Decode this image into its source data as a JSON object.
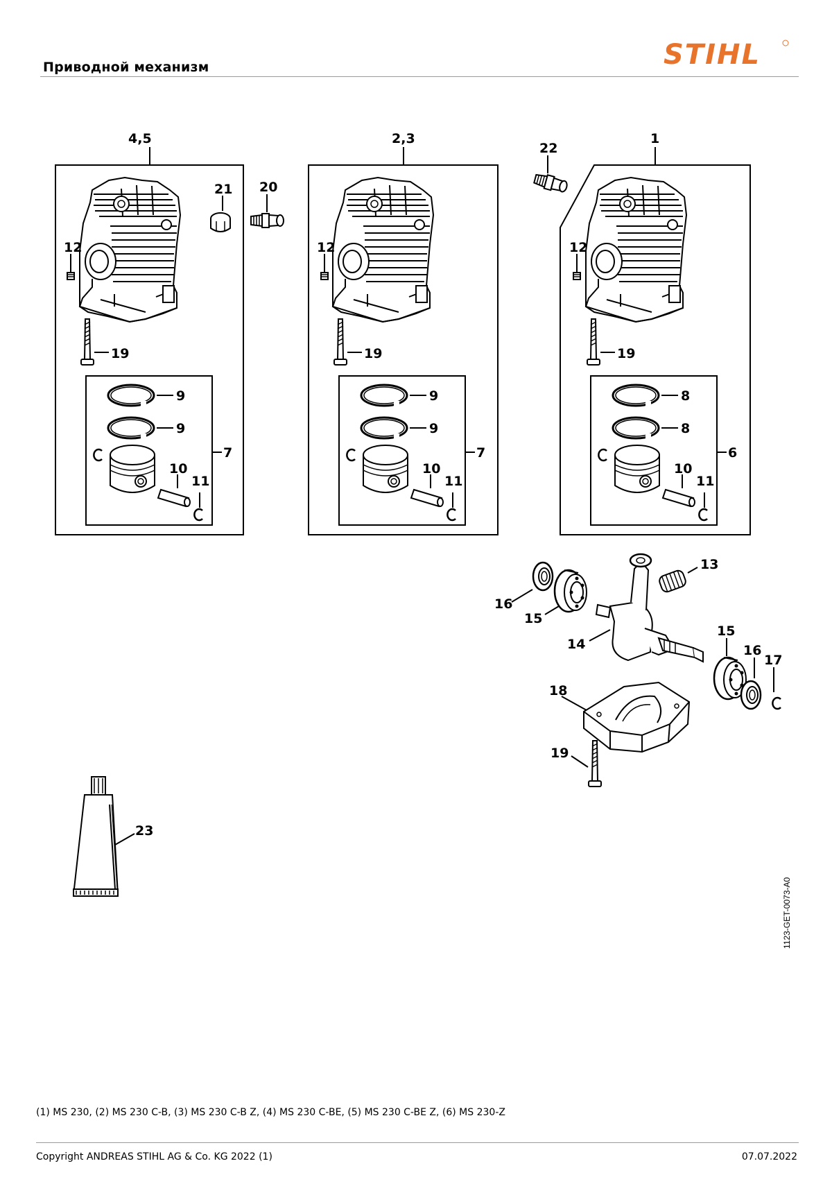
{
  "header": {
    "title": "Приводной механизм",
    "brand": "STIHL",
    "brand_color": "#e8732a"
  },
  "diagram": {
    "labels": {
      "l45": "4,5",
      "l23a": "2,3",
      "l1": "1",
      "l22": "22",
      "l21": "21",
      "l20": "20",
      "l12": "12",
      "l19": "19",
      "l9": "9",
      "l8": "8",
      "l7": "7",
      "l6": "6",
      "l10": "10",
      "l11": "11",
      "l13": "13",
      "l14": "14",
      "l15": "15",
      "l16": "16",
      "l17": "17",
      "l18": "18",
      "l23": "23"
    },
    "drawing_code": "1123-GET-0073-A0"
  },
  "footer": {
    "models": "(1) MS 230, (2) MS 230 C-B, (3) MS 230 C-B Z, (4) MS 230 C-BE, (5) MS 230 C-BE Z, (6) MS 230-Z",
    "copyright": "Copyright ANDREAS STIHL AG & Co. KG 2022 (1)",
    "date": "07.07.2022"
  }
}
